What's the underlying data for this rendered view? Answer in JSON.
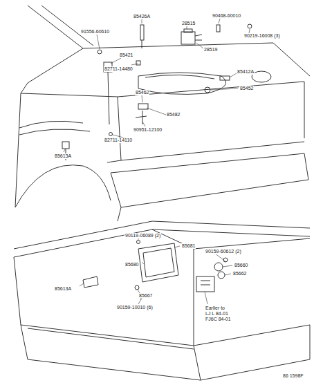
{
  "diagram": {
    "labels": [
      "85426A",
      "28515",
      "28519",
      "90468-60010",
      "90219-16008 (3)",
      "91556-60610",
      "85421",
      "82711-14480",
      "85412A",
      "85462",
      "85452",
      "85482",
      "90951-12100",
      "82711-14110",
      "85613A",
      "90119-06089 (2)",
      "85681",
      "85680",
      "90159-60612 (2)",
      "85660",
      "85662",
      "85613A",
      "85667",
      "90159-10010 (6)",
      "Earlier to",
      "LJ L 84-01",
      "FJ6C 84-01",
      "86 1598F"
    ]
  }
}
